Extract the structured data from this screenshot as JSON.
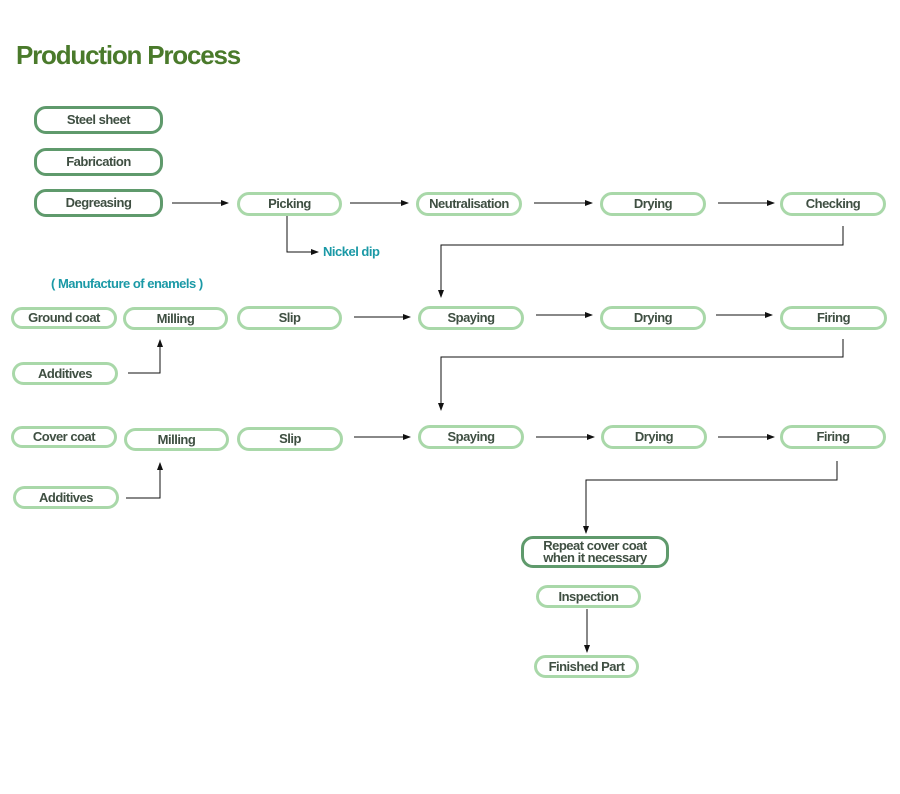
{
  "title": "Production Process",
  "prep": {
    "steel": "Steel sheet",
    "fabrication": "Fabrication",
    "degreasing": "Degreasing"
  },
  "row1": {
    "picking": "Picking",
    "neutralisation": "Neutralisation",
    "drying": "Drying",
    "checking": "Checking",
    "nickel_dip": "Nickel dip"
  },
  "manufacture_note": "( Manufacture of enamels )",
  "ground": {
    "input": "Ground coat",
    "milling": "Milling",
    "slip": "Slip",
    "spraying": "Spaying",
    "drying": "Drying",
    "firing": "Firing",
    "additives": "Additives"
  },
  "cover": {
    "input": "Cover coat",
    "milling": "Milling",
    "slip": "Slip",
    "spraying": "Spaying",
    "drying": "Drying",
    "firing": "Firing",
    "additives": "Additives"
  },
  "final": {
    "repeat_line1": "Repeat cover coat",
    "repeat_line2": "when it necessary",
    "inspection": "Inspection",
    "finished": "Finished Part"
  },
  "colors": {
    "title": "#4a7a2b",
    "box_border": "#a9d8a9",
    "box_border_dark": "#5f9a6c",
    "note": "#1a99a6",
    "arrow": "#111111"
  }
}
